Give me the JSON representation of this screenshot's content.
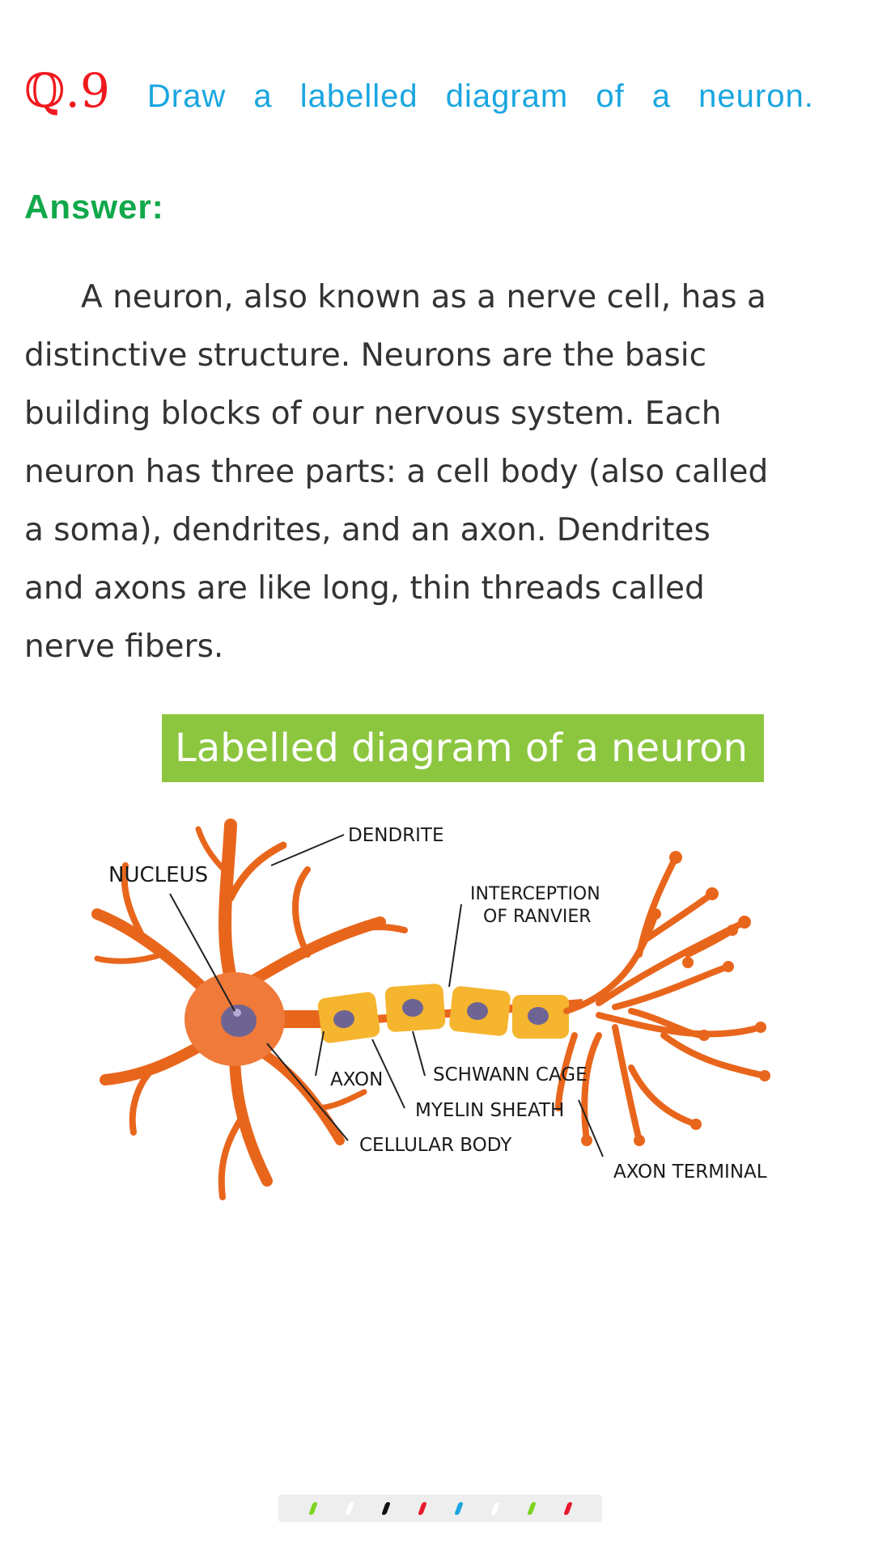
{
  "question": {
    "number": "ℚ.9",
    "text": "Draw a labelled diagram of a neuron."
  },
  "answer": {
    "label": "Answer:",
    "body": "A neuron, also known as a nerve cell, has a distinctive structure. Neurons are the basic building blocks of our nervous system. Each neuron has three parts: a cell body (also called a soma), dendrites, and an axon. Dendrites and axons are like long, thin threads called nerve fibers."
  },
  "diagram": {
    "title": "Labelled diagram of a neuron",
    "labels": {
      "dendrite": "DENDRITE",
      "nucleus": "NUCLEUS",
      "interception_line1": "INTERCEPTION",
      "interception_line2": "OF RANVIER",
      "axon": "AXON",
      "schwann_cage": "SCHWANN CAGE",
      "myelin_sheath": "MYELIN SHEATH",
      "cellular_body": "CELLULAR BODY",
      "axon_terminal": "AXON  TERMINAL"
    }
  },
  "pager": {
    "dot_colors": [
      "#7ed321",
      "#ffffff",
      "#111111",
      "#e8192c",
      "#1aa6e0",
      "#ffffff",
      "#7ed321",
      "#e8192c"
    ]
  }
}
